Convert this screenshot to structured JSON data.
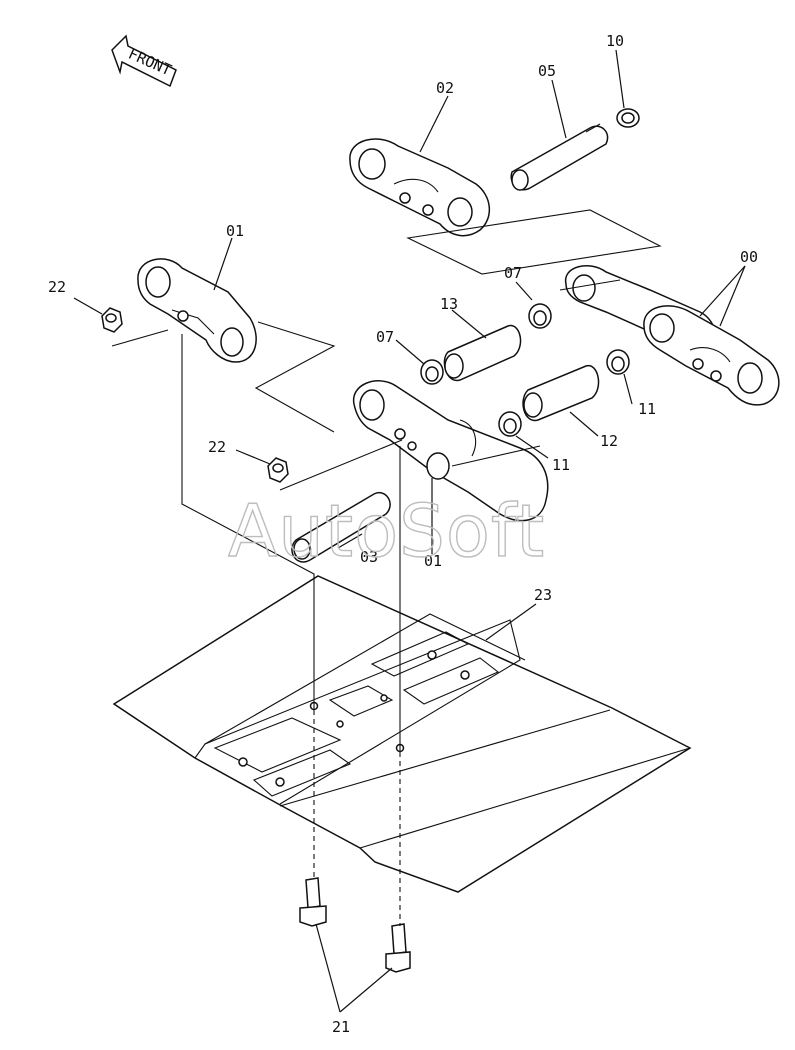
{
  "watermark": "AutoSoft",
  "front_label": "FRONT",
  "labels": {
    "p00": "00",
    "p01a": "01",
    "p01b": "01",
    "p02": "02",
    "p03": "03",
    "p05": "05",
    "p07a": "07",
    "p07b": "07",
    "p10": "10",
    "p11a": "11",
    "p11b": "11",
    "p12": "12",
    "p13": "13",
    "p21": "21",
    "p22a": "22",
    "p22b": "22",
    "p23": "23"
  }
}
